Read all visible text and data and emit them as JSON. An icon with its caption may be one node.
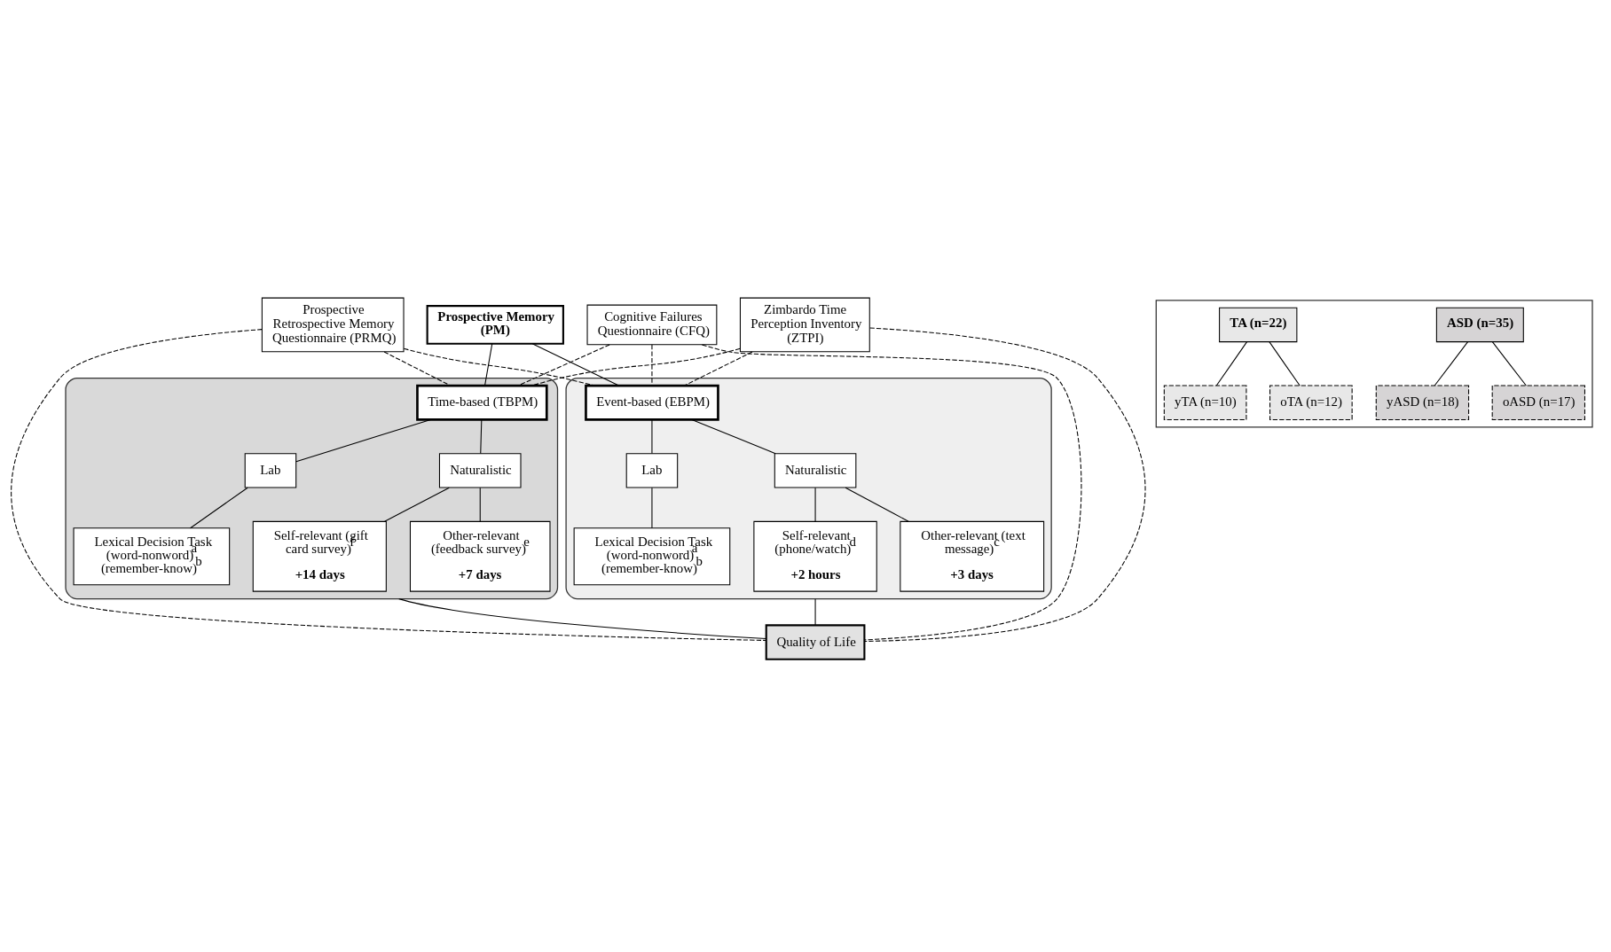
{
  "diagram": {
    "nodes": [
      {
        "text": [
          "Prospective Memory (PM)"
        ]
      },
      {
        "text": [
          "Prospective Retrospective Memory Questionnaire (PRMQ)"
        ]
      },
      {
        "text": [
          "Cognitive Failures Questionnaire (CFQ)"
        ]
      },
      {
        "text": [
          "Zimbardo Time Perception Inventory (ZTPI)"
        ]
      },
      {
        "text": [],
        "shape": "box"
      },
      {
        "text": [
          "Event-based (EBPM)"
        ],
        "in": 4
      },
      {
        "text": [
          "Lab"
        ],
        "in": 4
      },
      {
        "text": [
          "Naturalistic"
        ],
        "in": 4
      },
      {
        "text": [
          "Lexical Decision Task (word-nonword)$^{a}$ (remember-know)$^{b}$"
        ],
        "in": 4
      },
      {
        "text": [
          "Other-relevant (text message)$^{c}$",
          "+3 days"
        ],
        "in": 4
      },
      {
        "text": [
          "Self-relevant (phone/watch)$^{d}$",
          "+2 hours"
        ],
        "in": 4
      },
      {
        "text": [],
        "shape": "box"
      },
      {
        "text": [
          "Time-based (TBPM)"
        ],
        "in": 11
      },
      {
        "text": [
          "Lab"
        ],
        "in": 11
      },
      {
        "text": [
          "Naturalistic"
        ],
        "in": 11
      },
      {
        "text": [
          "Lexical Decision Task (word-nonword)$^{a}$ (remember-know)$^{b}$"
        ],
        "in": 11
      },
      {
        "text": [
          "Other-relevant (feedback survey)$^{e}$",
          "+7 days"
        ],
        "in": 11
      },
      {
        "text": [
          "Self-relevant (gift card survey)$^{f}$",
          "+14 days"
        ],
        "in": 11
      },
      {
        "text": [],
        "shape": "box"
      },
      {
        "text": [
          "ASD (n=35)"
        ],
        "in": 18
      },
      {
        "text": [
          "yASD (n=18)"
        ],
        "in": 18
      },
      {
        "text": [
          "oASD (n=17)"
        ],
        "in": 18
      },
      {
        "text": [
          "TA (n=22)"
        ],
        "in": 18
      },
      {
        "text": [
          "yTA (n=10)"
        ],
        "in": 18
      },
      {
        "text": [
          "oTA (n=12)"
        ],
        "in": 18
      },
      {
        "text": [
          "Quality of Life"
        ]
      }
    ],
    "edges": [
      {
        "from": 0,
        "to": 5,
        "arrow": "none"
      },
      {
        "from": 0,
        "to": 12,
        "arrow": "none"
      },
      {
        "from": 1,
        "to": 5,
        "arrow": "none",
        "style": "dashed"
      },
      {
        "from": 1,
        "to": 25,
        "arrow": "none",
        "style": "dashed"
      },
      {
        "from": 1,
        "to": 12,
        "arrow": "none",
        "style": "dashed"
      },
      {
        "from": 2,
        "to": 5,
        "arrow": "none",
        "style": "dashed"
      },
      {
        "from": 2,
        "to": 25,
        "arrow": "none",
        "style": "dashed"
      },
      {
        "from": 2,
        "to": 12,
        "arrow": "none",
        "style": "dashed"
      },
      {
        "from": 3,
        "to": 5,
        "arrow": "none",
        "style": "dashed"
      },
      {
        "from": 3,
        "to": 25,
        "arrow": "none",
        "style": "dashed"
      },
      {
        "from": 3,
        "to": 12,
        "arrow": "none",
        "style": "dashed"
      },
      {
        "from": 5,
        "to": 6,
        "arrow": "none"
      },
      {
        "from": 5,
        "to": 7,
        "arrow": "none"
      },
      {
        "from": 6,
        "to": 8,
        "arrow": "none"
      },
      {
        "from": 7,
        "to": 9,
        "arrow": "none"
      },
      {
        "from": 7,
        "to": 10,
        "arrow": "none"
      },
      {
        "from": 12,
        "to": 13,
        "arrow": "none"
      },
      {
        "from": 12,
        "to": 14,
        "arrow": "none"
      },
      {
        "from": 13,
        "to": 15,
        "arrow": "none"
      },
      {
        "from": 14,
        "to": 16,
        "arrow": "none"
      },
      {
        "from": 14,
        "to": 17,
        "arrow": "none"
      },
      {
        "from": 19,
        "to": 20,
        "arrow": "none"
      },
      {
        "from": 19,
        "to": 21,
        "arrow": "none"
      },
      {
        "from": 22,
        "to": 23,
        "arrow": "none"
      },
      {
        "from": 22,
        "to": 24,
        "arrow": "none"
      },
      {
        "from": 4,
        "to": 25,
        "arrow": "none"
      },
      {
        "from": 11,
        "to": 25,
        "arrow": "none"
      }
    ]
  }
}
